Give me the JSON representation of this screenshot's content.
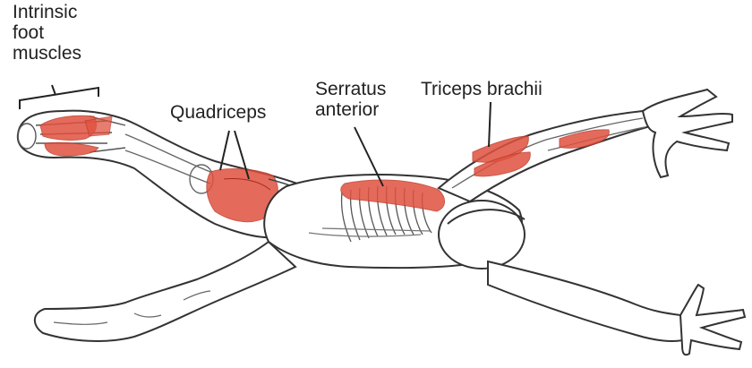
{
  "figure": {
    "labels": {
      "intrinsic_foot_muscles": [
        "Intrinsic",
        "foot",
        "muscles"
      ],
      "quadriceps": "Quadriceps",
      "serratus_anterior": [
        "Serratus",
        "anterior"
      ],
      "triceps_brachii": "Triceps brachii"
    },
    "colors": {
      "muscle": "#e0523f",
      "muscle_dark": "#c23a2a",
      "outline": "#333333",
      "skin": "#ffffff",
      "bone": "#f4f4f4",
      "leader": "#222222"
    }
  }
}
